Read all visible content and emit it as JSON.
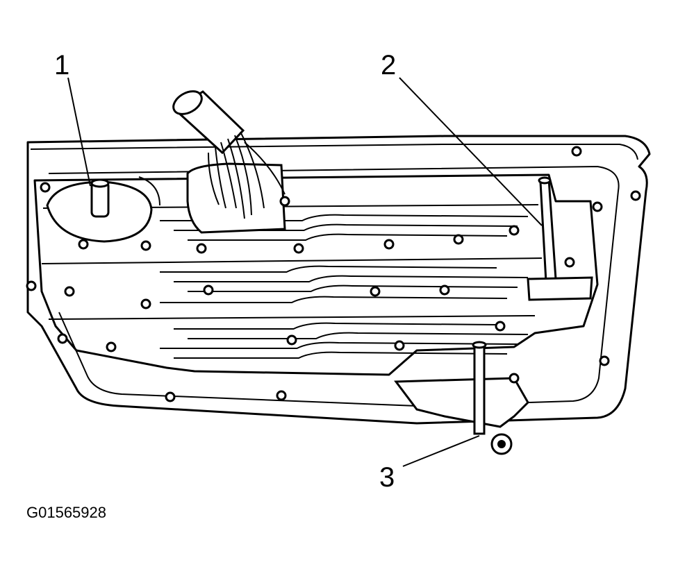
{
  "callouts": [
    {
      "number": "1",
      "target": "valve-body-bolt-1"
    },
    {
      "number": "2",
      "target": "valve-body-bolt-2"
    },
    {
      "number": "3",
      "target": "valve-body-bolt-3"
    }
  ],
  "figure_id": "G01565928",
  "colors": {
    "ink": "#000000",
    "background": "#ffffff"
  }
}
